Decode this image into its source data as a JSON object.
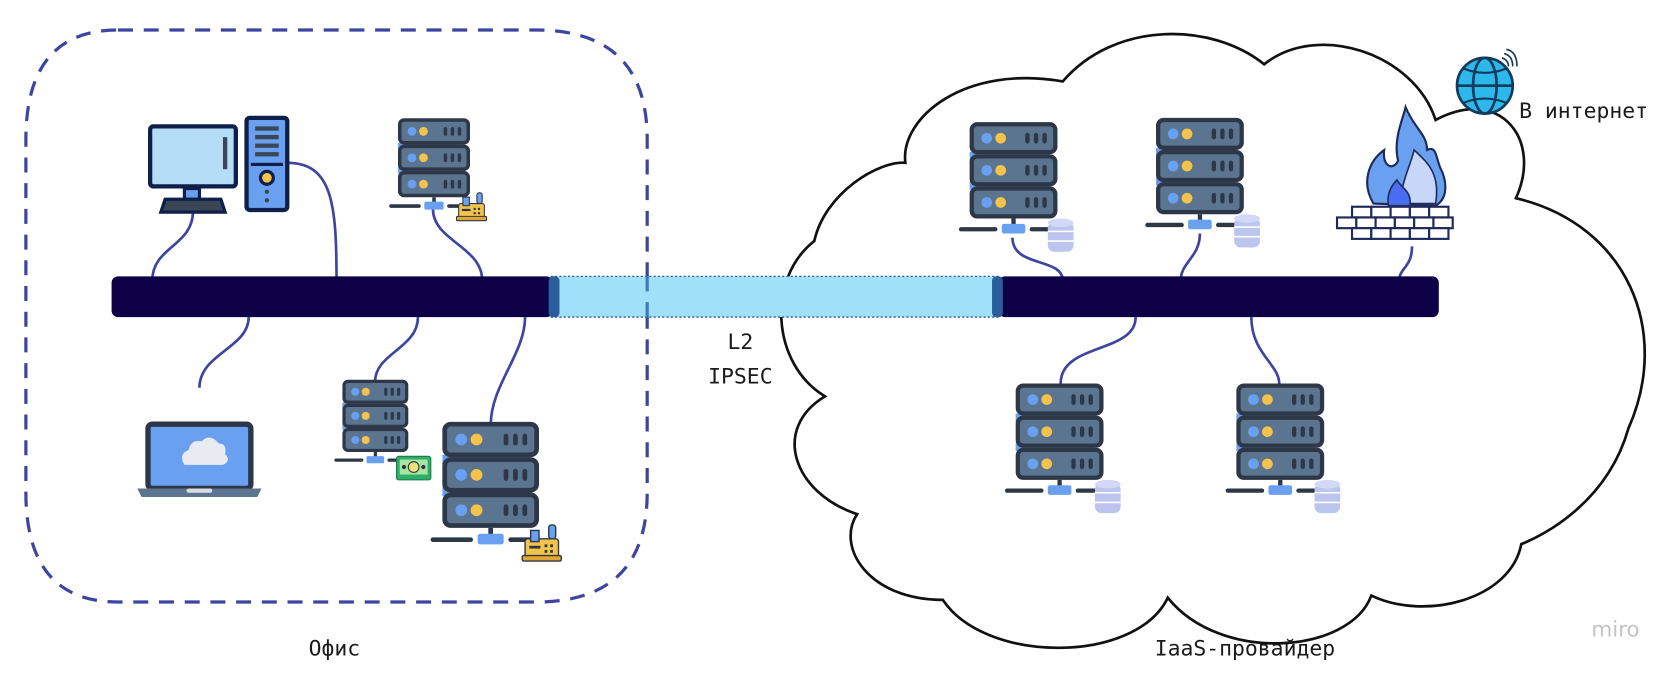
{
  "diagram": {
    "title": "Office to IaaS-provider L2 IPSEC network",
    "zones": {
      "office": {
        "label": "Офис"
      },
      "iaas": {
        "label": "IaaS-провайдер"
      }
    },
    "tunnel": {
      "line1": "L2",
      "line2": "IPSEC"
    },
    "internet": {
      "label": "В интернет",
      "icon": "globe-wifi-icon"
    },
    "watermark": "miro",
    "office_nodes": [
      {
        "type": "desktop-computer",
        "icon": "desktop-pc-icon"
      },
      {
        "type": "server",
        "icon": "server-rack-icon",
        "badge": "cash-register-icon"
      },
      {
        "type": "laptop",
        "icon": "laptop-cloud-icon"
      },
      {
        "type": "server",
        "icon": "server-rack-icon",
        "badge": "money-icon"
      },
      {
        "type": "server",
        "icon": "server-rack-icon",
        "badge": "cash-register-icon"
      }
    ],
    "iaas_nodes": [
      {
        "type": "server",
        "icon": "server-rack-icon",
        "badge": "database-icon"
      },
      {
        "type": "server",
        "icon": "server-rack-icon",
        "badge": "database-icon"
      },
      {
        "type": "firewall",
        "icon": "firewall-icon"
      },
      {
        "type": "server",
        "icon": "server-rack-icon",
        "badge": "database-icon"
      },
      {
        "type": "server",
        "icon": "server-rack-icon",
        "badge": "database-icon"
      }
    ],
    "colors": {
      "bus": "#0e0047",
      "tunnel": "#a0e0f8",
      "tunnel_cap": "#2a5d9c",
      "cable": "#3d45a0",
      "office_border": "#3d45a0",
      "cloud_border": "#111111",
      "server_body": "#3a4656",
      "server_face": "#5b7590",
      "server_blue": "#6aa0f0",
      "server_led": "#f3c34c",
      "db": "#bcc5ee",
      "globe": "#2db8ec"
    }
  }
}
